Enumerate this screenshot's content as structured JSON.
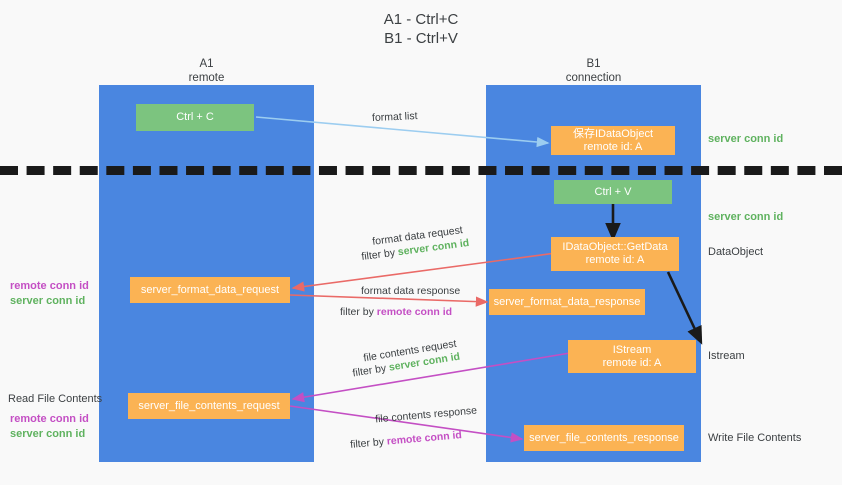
{
  "title": {
    "line1": "A1 - Ctrl+C",
    "line2": "B1 - Ctrl+V"
  },
  "columns": [
    {
      "name": "A1",
      "sub": "remote"
    },
    {
      "name": "B1",
      "sub": "connection"
    }
  ],
  "boxes": {
    "ctrl_c": "Ctrl + C",
    "ctrl_v": "Ctrl + V",
    "save_idataobject_l1": "保存IDataObject",
    "save_idataobject_l2": "remote id: A",
    "getdata_l1": "IDataObject::GetData",
    "getdata_l2": "remote id: A",
    "istream_l1": "IStream",
    "istream_l2": "remote id: A",
    "server_format_data_request": "server_format_data_request",
    "server_format_data_response": "server_format_data_response",
    "server_file_contents_request": "server_file_contents_request",
    "server_file_contents_response": "server_file_contents_response"
  },
  "right_labels": {
    "server_conn_id_top": "server conn id",
    "server_conn_id_mid": "server conn id",
    "dataobject": "DataObject",
    "istream": "Istream",
    "write_file_contents": "Write File Contents"
  },
  "left_labels": {
    "remote_conn_id_1": "remote conn id",
    "server_conn_id_1": "server conn id",
    "read_file_contents": "Read File Contents",
    "remote_conn_id_2": "remote conn id",
    "server_conn_id_2": "server conn id"
  },
  "arrow_labels": {
    "format_list": "format list",
    "format_data_request": "format data request",
    "format_data_request_filter_prefix": "filter by ",
    "format_data_request_filter_value": "server conn id",
    "format_data_response": "format data response",
    "format_data_response_filter_prefix": "filter by ",
    "format_data_response_filter_value": "remote conn id",
    "file_contents_request": "file contents request",
    "file_contents_request_filter_prefix": "filter by ",
    "file_contents_request_filter_value": "server conn id",
    "file_contents_response": "file contents response",
    "file_contents_response_filter_prefix": "filter by ",
    "file_contents_response_filter_value": "remote conn id"
  },
  "colors": {
    "column_blue": "#4a86e0",
    "green_box": "#7cc47f",
    "orange_box": "#fbb354",
    "light_blue_arrow": "#9ccdf0",
    "red_arrow": "#ea6a67",
    "magenta_arrow": "#c44fc4",
    "black_arrow": "#1a1a1a",
    "green_text": "#5fb25f",
    "purple_text": "#c44fc4",
    "background": "#f9f9f9"
  }
}
